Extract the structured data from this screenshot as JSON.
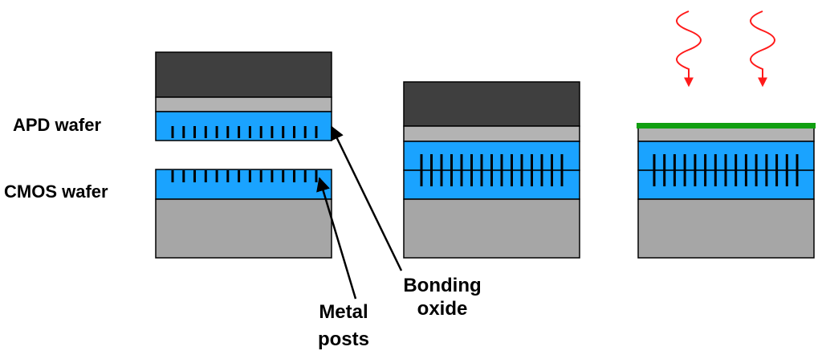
{
  "labels": {
    "apd_wafer": "APD wafer",
    "cmos_wafer": "CMOS wafer",
    "bonding_oxide_line1": "Bonding",
    "bonding_oxide_line2": "oxide",
    "metal_posts_line1": "Metal",
    "metal_posts_line2": "posts"
  },
  "stages": [
    {
      "id": "separate-wafers",
      "posts_per_wafer": 14
    },
    {
      "id": "bonded-wafers",
      "posts": 15
    },
    {
      "id": "thinned-illuminated",
      "posts": 15,
      "light_rays": 2
    }
  ],
  "colors": {
    "apd_substrate": "#3f3f3f",
    "oxide_gray": "#b3b3b3",
    "cmos_substrate": "#a6a6a6",
    "device_blue": "#1aa3ff",
    "metal_post": "#000000",
    "anti_reflection_coating": "#109f10",
    "light_ray": "#ff1a1a",
    "outline": "#000000"
  },
  "icons": {
    "light_ray": "wavy-arrow-icon",
    "callout_arrow": "arrow-icon"
  }
}
